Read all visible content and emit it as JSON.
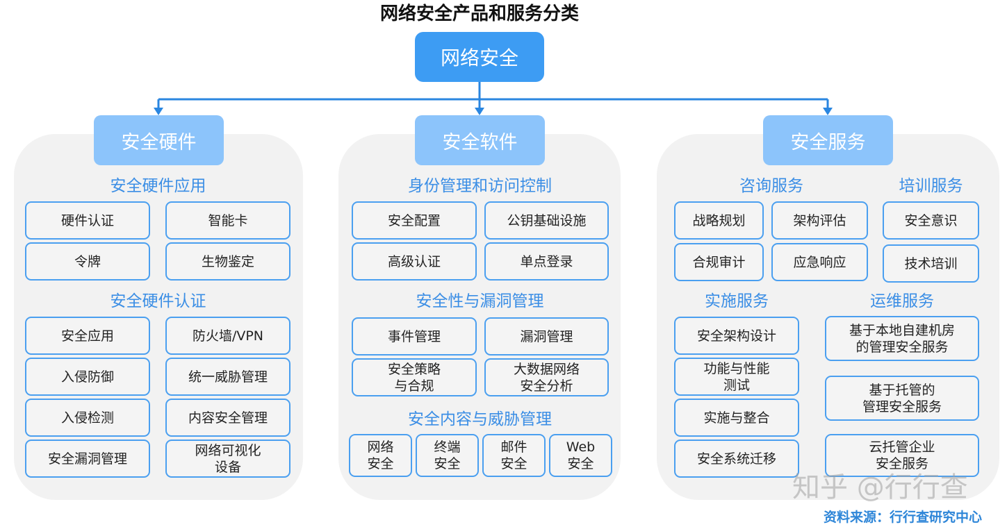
{
  "title": "网络安全产品和服务分类",
  "root": "网络安全",
  "colors": {
    "root_fill": "#3d9cf3",
    "category_fill": "#8cc4fb",
    "section_text": "#3b8ee5",
    "box_border": "#4a9ff0",
    "panel_fill": "#f2f2f2",
    "connector": "#2a86e0"
  },
  "hardware": {
    "label": "安全硬件",
    "s1": {
      "title": "安全硬件应用",
      "items": [
        "硬件认证",
        "智能卡",
        "令牌",
        "生物鉴定"
      ]
    },
    "s2": {
      "title": "安全硬件认证",
      "items": [
        "安全应用",
        "防火墙/VPN",
        "入侵防御",
        "统一威胁管理",
        "入侵检测",
        "内容安全管理",
        "安全漏洞管理",
        "网络可视化\n设备"
      ]
    }
  },
  "software": {
    "label": "安全软件",
    "s1": {
      "title": "身份管理和访问控制",
      "items": [
        "安全配置",
        "公钥基础设施",
        "高级认证",
        "单点登录"
      ]
    },
    "s2": {
      "title": "安全性与漏洞管理",
      "items": [
        "事件管理",
        "漏洞管理",
        "安全策略\n与合规",
        "大数据网络\n安全分析"
      ]
    },
    "s3": {
      "title": "安全内容与威胁管理",
      "items": [
        "网络\n安全",
        "终端\n安全",
        "邮件\n安全",
        "Web\n安全"
      ]
    }
  },
  "services": {
    "label": "安全服务",
    "consult": {
      "title": "咨询服务",
      "items": [
        "战略规划",
        "架构评估",
        "合规审计",
        "应急响应"
      ]
    },
    "training": {
      "title": "培训服务",
      "items": [
        "安全意识",
        "技术培训"
      ]
    },
    "implement": {
      "title": "实施服务",
      "items": [
        "安全架构设计",
        "功能与性能\n测试",
        "实施与整合",
        "安全系统迁移"
      ]
    },
    "ops": {
      "title": "运维服务",
      "items": [
        "基于本地自建机房\n的管理安全服务",
        "基于托管的\n管理安全服务",
        "云托管企业\n安全服务"
      ]
    }
  },
  "watermark": "知乎 @行行查",
  "source": "资料来源：行行查研究中心"
}
